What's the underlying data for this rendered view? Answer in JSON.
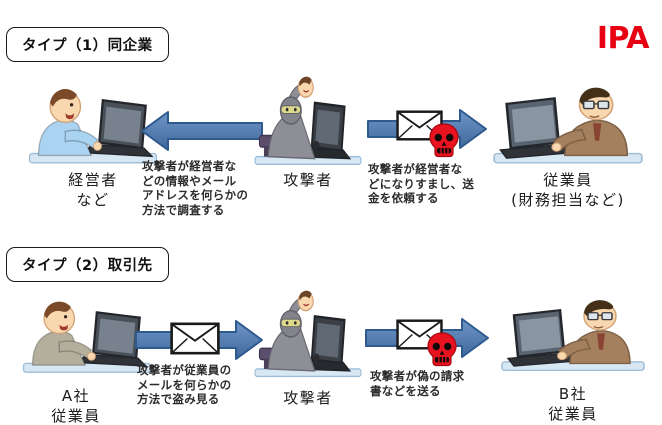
{
  "logo": {
    "text": "IPA",
    "color": "#e60012"
  },
  "colors": {
    "arrow_blue": "#4f81bd",
    "arrow_border": "#2e5a8f",
    "skull_red": "#e8131f",
    "desk_blue": "#d7e7f4"
  },
  "type1": {
    "title": "タイプ（1）同企業",
    "actor_left": {
      "line1": "経営者",
      "line2": "など"
    },
    "actor_center": {
      "label": "攻撃者"
    },
    "actor_right": {
      "line1": "従業員",
      "line2": "(財務担当など)"
    },
    "arrow_left": {
      "direction": "left",
      "lines": [
        "攻撃者が経営者な",
        "どの情報やメール",
        "アドレスを何らかの",
        "方法で調査する"
      ]
    },
    "arrow_right": {
      "direction": "right",
      "icons": [
        "envelope",
        "skull"
      ],
      "lines": [
        "攻撃者が経営者な",
        "どになりすまし、送",
        "金を依頼する"
      ]
    }
  },
  "type2": {
    "title": "タイプ（2）取引先",
    "actor_left": {
      "line1": "A社",
      "line2": "従業員"
    },
    "actor_center": {
      "label": "攻撃者"
    },
    "actor_right": {
      "line1": "B社",
      "line2": "従業員"
    },
    "arrow_left": {
      "direction": "right",
      "icons": [
        "envelope"
      ],
      "lines": [
        "攻撃者が従業員の",
        "メールを何らかの",
        "方法で盗み見る"
      ]
    },
    "arrow_right": {
      "direction": "right",
      "icons": [
        "envelope",
        "skull"
      ],
      "lines": [
        "攻撃者が偽の請求",
        "書などを送る"
      ]
    }
  }
}
